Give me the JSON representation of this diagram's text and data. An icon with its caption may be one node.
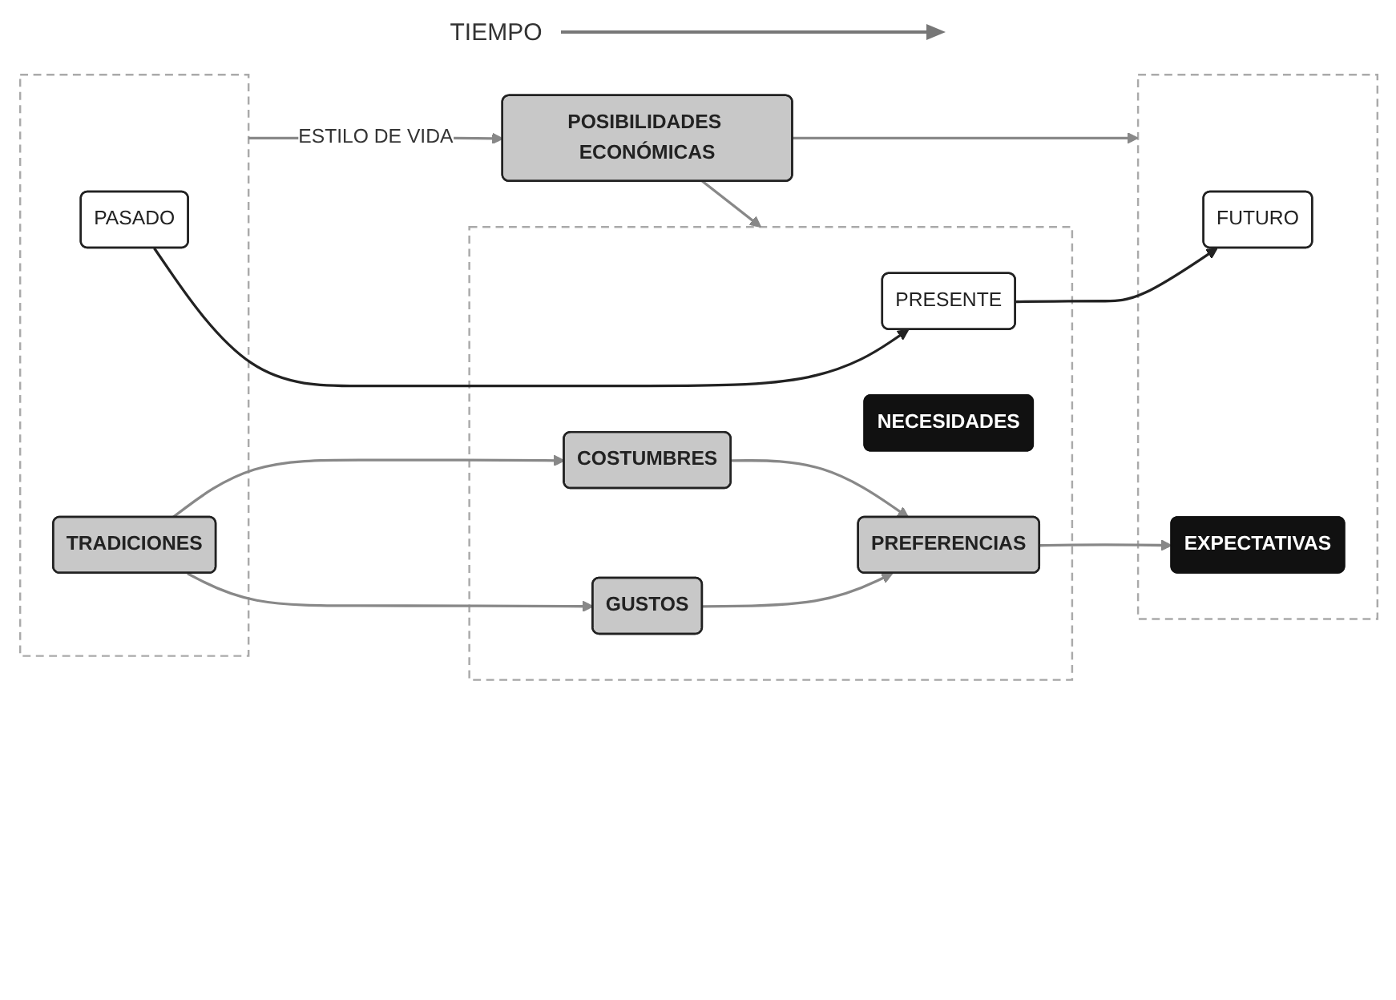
{
  "diagram": {
    "nodes": [
      {
        "text": [],
        "shape": "box"
      },
      {
        "text": [
          "PASADO"
        ],
        "in": 0
      },
      {
        "text": [
          "TRADICIONES"
        ],
        "in": 0
      },
      {
        "text": [],
        "shape": "box"
      },
      {
        "text": [
          "PRESENTE"
        ],
        "in": 3
      },
      {
        "text": [
          "NECESIDADES"
        ],
        "in": 3
      },
      {
        "text": [
          "GUSTOS"
        ],
        "in": 3
      },
      {
        "text": [
          "COSTUMBRES"
        ],
        "in": 3
      },
      {
        "text": [
          "PREFERENCIAS"
        ],
        "in": 3
      },
      {
        "text": [],
        "shape": "box"
      },
      {
        "text": [
          "FUTURO"
        ],
        "in": 9
      },
      {
        "text": [
          "EXPECTATIVAS"
        ],
        "in": 9
      },
      {
        "text": [
          "POSIBILIDADES ECONÓMICAS"
        ]
      }
    ],
    "edges": [
      {
        "from": 1,
        "to": 4,
        "arrow": "to",
        "color": "#222222"
      },
      {
        "from": 4,
        "to": 10,
        "arrow": "to",
        "color": "#222222"
      },
      {
        "from": 2,
        "to": 6,
        "arrow": "to"
      },
      {
        "from": 2,
        "to": 7,
        "arrow": "to"
      },
      {
        "from": 6,
        "to": 8,
        "arrow": "to"
      },
      {
        "from": 7,
        "to": 8,
        "arrow": "to"
      },
      {
        "from": 8,
        "to": 11,
        "arrow": "to"
      },
      {
        "from": 0,
        "to": 12,
        "arrow": "to",
        "label": "ESTILO DE VIDA"
      },
      {
        "from": 12,
        "to": 3,
        "arrow": "to"
      },
      {
        "from": 12,
        "to": 9,
        "arrow": "to"
      }
    ],
    "labels": [
      "TIEMPO"
    ]
  }
}
